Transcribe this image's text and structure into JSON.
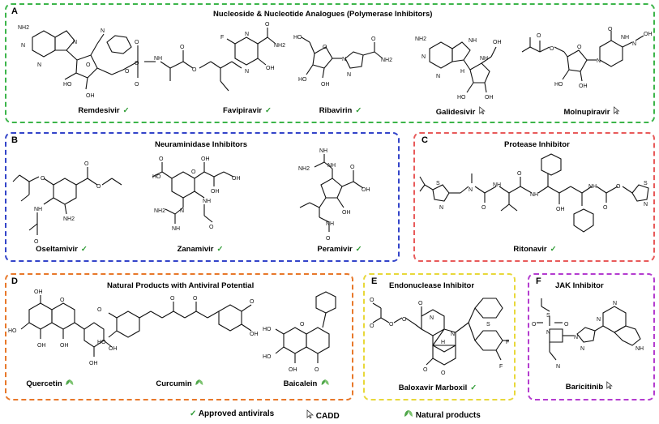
{
  "panels": {
    "a": {
      "label": "A",
      "title": "Nucleoside & Nucleotide Analogues (Polymerase Inhibitors)",
      "border_color": "#3cb54a",
      "drugs": [
        {
          "name": "Remdesivir",
          "mark": "approved"
        },
        {
          "name": "Favipiravir",
          "mark": "approved"
        },
        {
          "name": "Ribavirin",
          "mark": "approved"
        },
        {
          "name": "Galidesivir",
          "mark": "cadd"
        },
        {
          "name": "Molnupiravir",
          "mark": "cadd"
        }
      ]
    },
    "b": {
      "label": "B",
      "title": "Neuraminidase Inhibitors",
      "border_color": "#3344c9",
      "drugs": [
        {
          "name": "Oseltamivir",
          "mark": "approved"
        },
        {
          "name": "Zanamivir",
          "mark": "approved"
        },
        {
          "name": "Peramivir",
          "mark": "approved"
        }
      ]
    },
    "c": {
      "label": "C",
      "title": "Protease Inhibitor",
      "border_color": "#e85a5a",
      "drugs": [
        {
          "name": "Ritonavir",
          "mark": "approved"
        }
      ]
    },
    "d": {
      "label": "D",
      "title": "Natural Products with Antiviral Potential",
      "border_color": "#e8782a",
      "drugs": [
        {
          "name": "Quercetin",
          "mark": "natural"
        },
        {
          "name": "Curcumin",
          "mark": "natural"
        },
        {
          "name": "Baicalein",
          "mark": "natural"
        }
      ]
    },
    "e": {
      "label": "E",
      "title": "Endonuclease Inhibitor",
      "border_color": "#e8d83a",
      "drugs": [
        {
          "name": "Baloxavir Marboxil",
          "mark": "approved"
        }
      ]
    },
    "f": {
      "label": "F",
      "title": "JAK Inhibitor",
      "border_color": "#b43ccf",
      "drugs": [
        {
          "name": "Baricitinib",
          "mark": "cadd"
        }
      ]
    }
  },
  "legend": {
    "approved": "Approved antivirals",
    "cadd": "CADD",
    "natural": "Natural products"
  },
  "atoms": {
    "nh2": "NH2",
    "n": "N",
    "o": "O",
    "oh": "OH",
    "ho": "HO",
    "f": "F",
    "nh": "NH",
    "h": "H",
    "s": "S",
    "cn": "N"
  },
  "colors": {
    "check": "#2e9b34",
    "leaf": "#4fa64a",
    "cursor": "#333333"
  }
}
